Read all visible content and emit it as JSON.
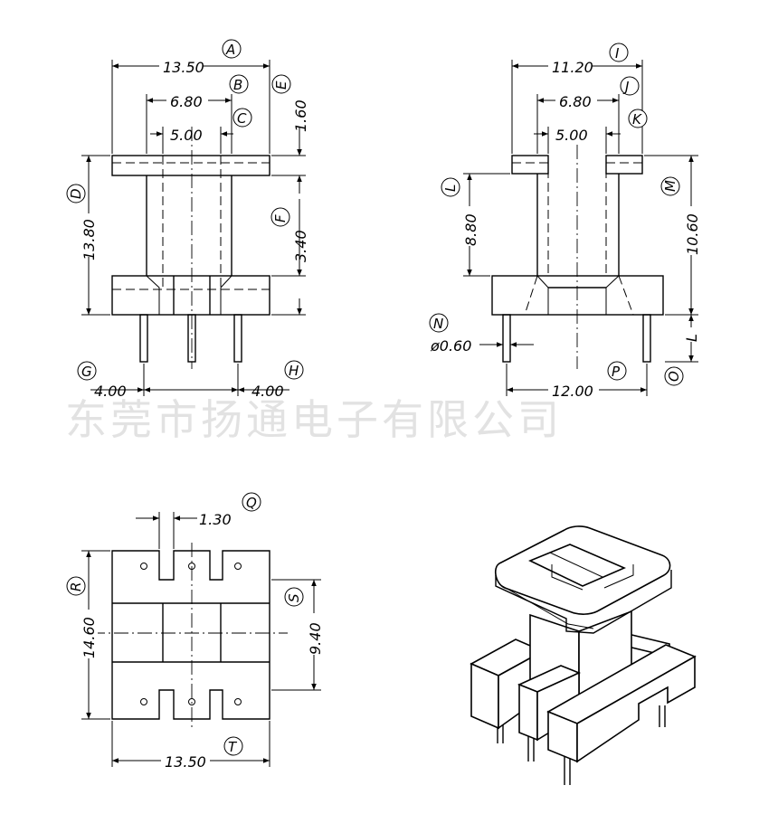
{
  "watermark": "东莞市扬通电子有限公司",
  "front_view": {
    "dims": {
      "A": "13.50",
      "B": "6.80",
      "C": "5.00",
      "D": "13.80",
      "E": "1.60",
      "F": "3.40",
      "G": "4.00",
      "H": "4.00"
    },
    "labels": [
      "A",
      "B",
      "C",
      "D",
      "E",
      "F",
      "G",
      "H"
    ]
  },
  "side_view": {
    "dims": {
      "I": "11.20",
      "J": "6.80",
      "K": "5.00",
      "L": "8.80",
      "M": "10.60",
      "N": "ø0.60",
      "P": "12.00",
      "O_letter": "L"
    },
    "labels": [
      "I",
      "J",
      "K",
      "L",
      "M",
      "N",
      "O",
      "P"
    ]
  },
  "bottom_view": {
    "dims": {
      "Q": "1.30",
      "R": "14.60",
      "S": "9.40",
      "T": "13.50"
    },
    "labels": [
      "Q",
      "R",
      "S",
      "T"
    ]
  }
}
